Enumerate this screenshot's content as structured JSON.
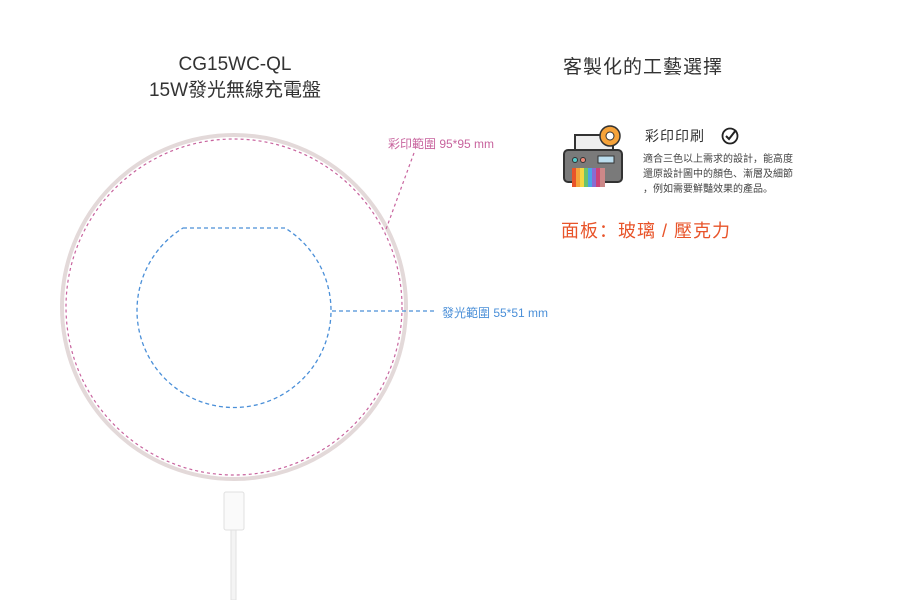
{
  "product": {
    "model": "CG15WC-QL",
    "name": "15W發光無線充電盤"
  },
  "diagram": {
    "print_area_label": "彩印範圍 95*95 mm",
    "glow_area_label": "發光範圍 55*51 mm"
  },
  "customization": {
    "title": "客製化的工藝選擇",
    "option": {
      "label": "彩印印刷",
      "icon": "printer-icon",
      "selected": true,
      "description": [
        "適合三色以上需求的設計，能高度",
        "還原設計圖中的顏色、漸層及細節",
        "，例如需要鮮豔效果的產品。"
      ]
    },
    "panel_material": "面板：玻璃 / 壓克力"
  },
  "colors": {
    "print_area": "#c8649e",
    "glow_area": "#4a8fd8",
    "accent": "#e8542a"
  }
}
